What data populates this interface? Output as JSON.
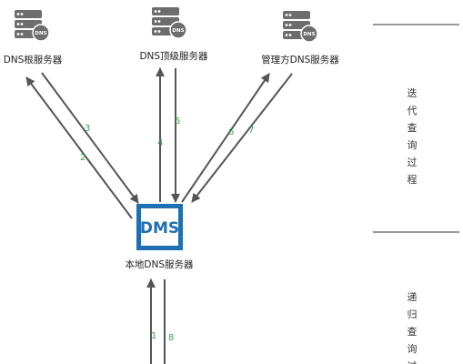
{
  "servers": {
    "root_label": "DNS根服务器",
    "tld_label": "DNS顶级服务器",
    "auth_label": "管理方DNS服务器",
    "icon_text": "DNS"
  },
  "local": {
    "logo_text": "DMS",
    "label": "本地DNS服务器"
  },
  "steps": [
    "1",
    "2",
    "3",
    "4",
    "5",
    "6",
    "7",
    "8"
  ],
  "side": {
    "iterative_chars": [
      "迭",
      "代",
      "查",
      "询",
      "过",
      "程"
    ],
    "recursive_chars": [
      "递",
      "归",
      "查",
      "询",
      "过"
    ]
  },
  "colors": {
    "arrow": "#555555",
    "step": "#3aa04a",
    "server_icon": "#6d6d6d",
    "dms_border": "#1f6fb2"
  }
}
